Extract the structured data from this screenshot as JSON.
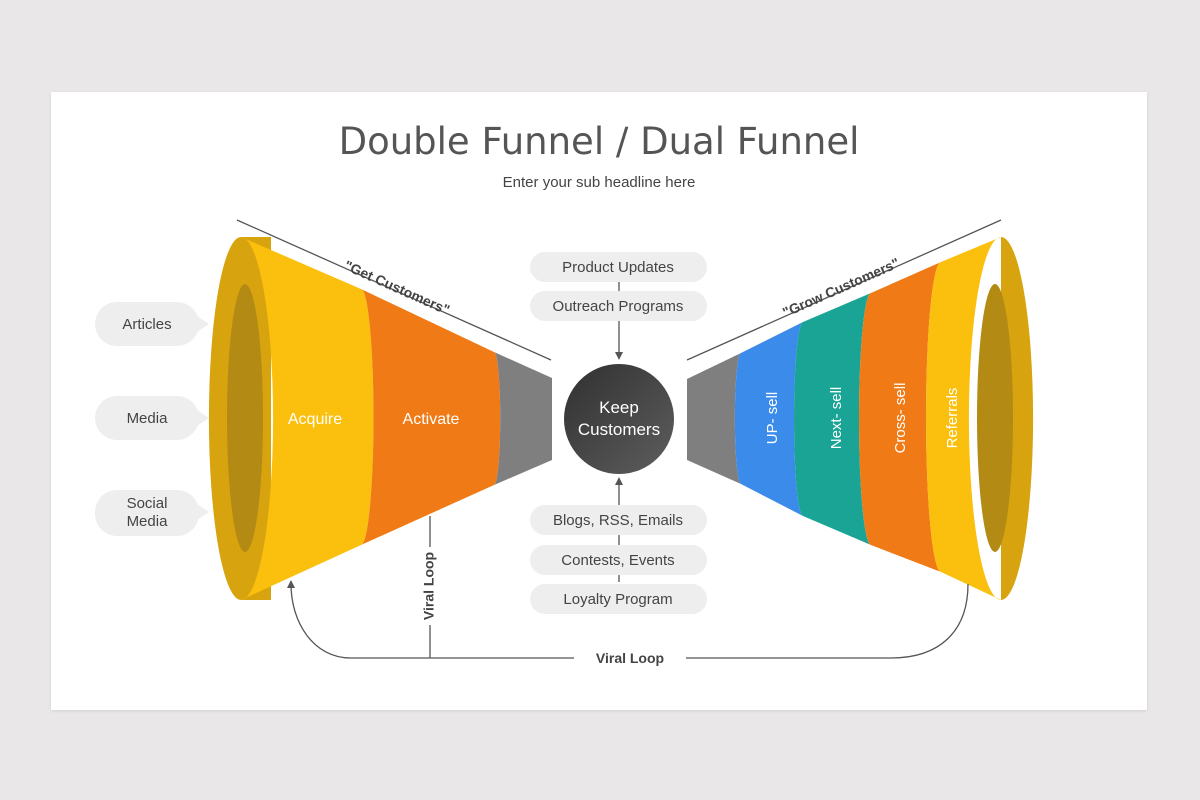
{
  "slide": {
    "title": "Double Funnel / Dual Funnel",
    "subtitle": "Enter your sub headline here"
  },
  "left_funnel": {
    "caption": "\"Get Customers\"",
    "segments": [
      {
        "label": "Acquire",
        "color": "#fbbf0e"
      },
      {
        "label": "Activate",
        "color": "#f07a16"
      },
      {
        "label": "",
        "color": "#7f7f7f"
      }
    ],
    "rim_color": "#d7a40f",
    "inner_color": "#b38a13"
  },
  "right_funnel": {
    "caption": "\"Grow Customers\"",
    "segments": [
      {
        "label": "",
        "color": "#7f7f7f"
      },
      {
        "label": "UP- sell",
        "color": "#3b8beb"
      },
      {
        "label": "Next- sell",
        "color": "#1aa495"
      },
      {
        "label": "Cross- sell",
        "color": "#f07a16"
      },
      {
        "label": "Referrals",
        "color": "#fbbf0e"
      }
    ],
    "rim_color": "#d7a40f",
    "inner_color": "#b38a13"
  },
  "sources": [
    "Articles",
    "Media",
    "Social Media"
  ],
  "center": {
    "label": "Keep Customers",
    "color": "#404040"
  },
  "top_pills": [
    "Product Updates",
    "Outreach Programs"
  ],
  "bottom_pills": [
    "Blogs, RSS, Emails",
    "Contests, Events",
    "Loyalty Program"
  ],
  "viral_loop_vertical": "Viral Loop",
  "viral_loop_horizontal": "Viral Loop",
  "colors": {
    "text_dark": "#444444",
    "pill_bg": "#eeeeee",
    "line": "#555555",
    "white": "#ffffff"
  }
}
